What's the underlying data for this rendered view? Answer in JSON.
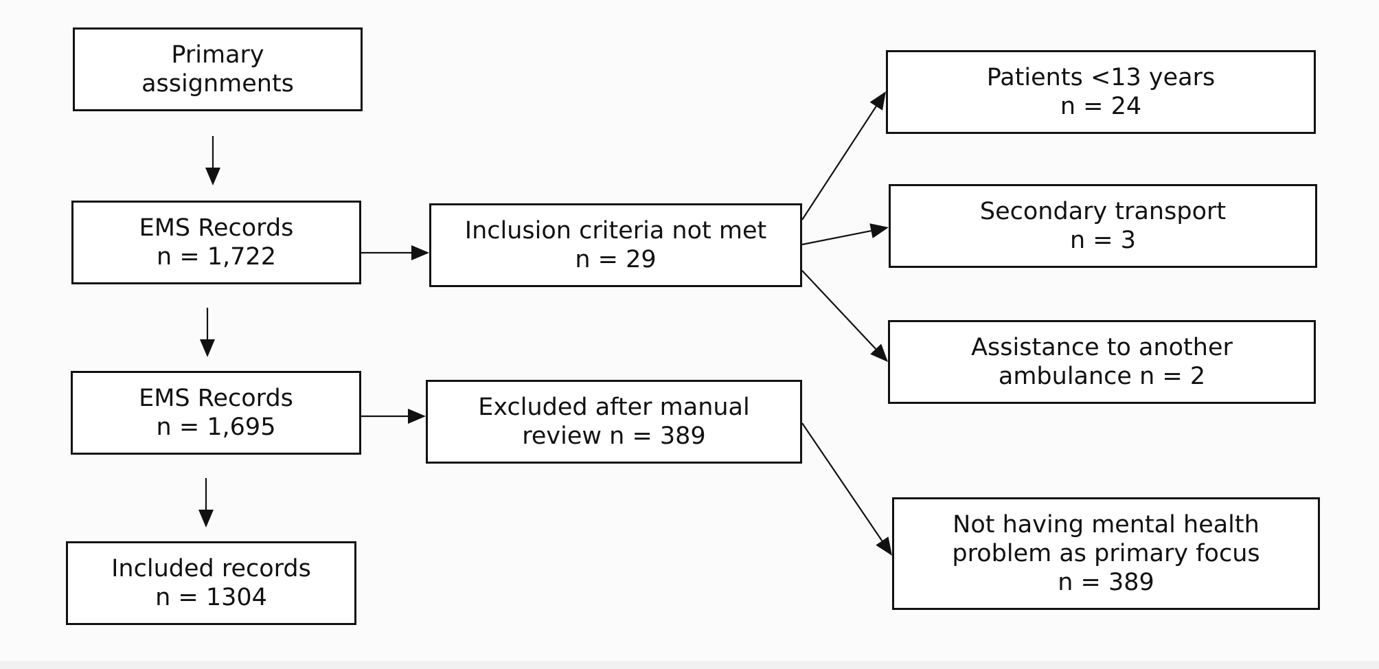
{
  "nodes": {
    "primary": {
      "lines": [
        "Primary",
        "assignments"
      ]
    },
    "ems1": {
      "lines": [
        "EMS Records",
        "n = 1,722"
      ]
    },
    "ems2": {
      "lines": [
        "EMS Records",
        "n = 1,695"
      ]
    },
    "included": {
      "lines": [
        "Included records",
        "n = 1304"
      ]
    },
    "inclusion": {
      "lines": [
        "Inclusion criteria not met",
        "n = 29"
      ]
    },
    "excluded": {
      "lines": [
        "Excluded after manual",
        "review n = 389"
      ]
    },
    "patients13": {
      "lines": [
        "Patients <13 years",
        "n = 24"
      ]
    },
    "secondary": {
      "lines": [
        "Secondary transport",
        "n = 3"
      ]
    },
    "assistance": {
      "lines": [
        "Assistance to another",
        "ambulance n = 2"
      ]
    },
    "mentalhealth": {
      "lines": [
        "Not having mental health",
        "problem as primary focus",
        "n = 389"
      ]
    }
  },
  "edges": [
    {
      "from": "primary",
      "to": "ems1"
    },
    {
      "from": "ems1",
      "to": "ems2"
    },
    {
      "from": "ems2",
      "to": "included"
    },
    {
      "from": "ems1",
      "to": "inclusion"
    },
    {
      "from": "ems2",
      "to": "excluded"
    },
    {
      "from": "inclusion",
      "to": "patients13"
    },
    {
      "from": "inclusion",
      "to": "secondary"
    },
    {
      "from": "inclusion",
      "to": "assistance"
    },
    {
      "from": "excluded",
      "to": "mentalhealth"
    }
  ]
}
